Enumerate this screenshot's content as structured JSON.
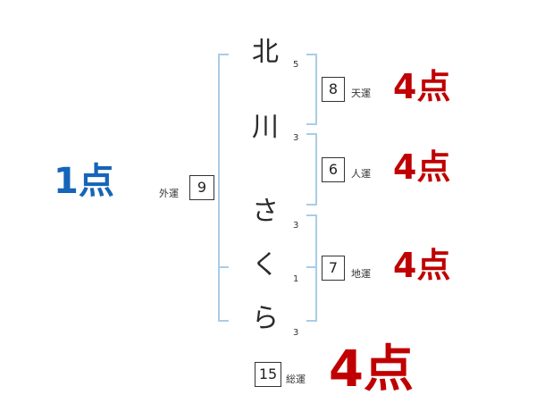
{
  "name": {
    "characters": [
      {
        "char": "北",
        "strokes": "5"
      },
      {
        "char": "川",
        "strokes": "3"
      },
      {
        "char": "さ",
        "strokes": "3"
      },
      {
        "char": "く",
        "strokes": "1"
      },
      {
        "char": "ら",
        "strokes": "3"
      }
    ]
  },
  "fortunes": {
    "ten": {
      "label": "天運",
      "value": "8",
      "score": "4点"
    },
    "jin": {
      "label": "人運",
      "value": "6",
      "score": "4点"
    },
    "chi": {
      "label": "地運",
      "value": "7",
      "score": "4点"
    },
    "gai": {
      "label": "外運",
      "value": "9",
      "score": "1点"
    },
    "sou": {
      "label": "総運",
      "value": "15",
      "score": "4点"
    }
  },
  "colors": {
    "bracket": "#a8cde8",
    "score_red": "#c00000",
    "score_blue": "#1565b8"
  }
}
